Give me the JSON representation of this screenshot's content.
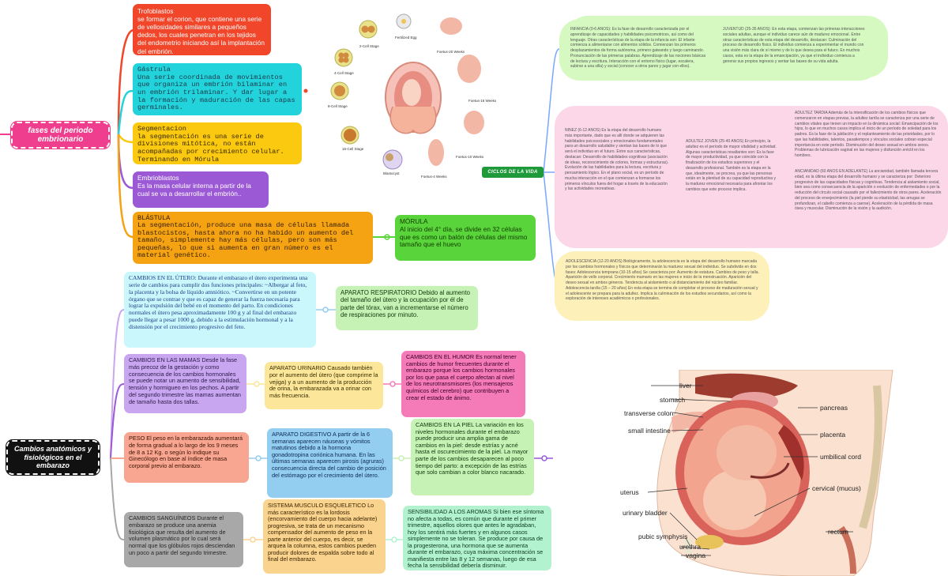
{
  "central_top": {
    "label": "fases del periodo embrionario"
  },
  "central_bottom": {
    "label": "Cambios anatómicos y fisiológicos en el embarazo"
  },
  "ciclos": {
    "label": "CICLOS DE LA VIDA"
  },
  "trofoblastos": {
    "title": "Trofoblastos",
    "text": "se formar el corion, que contiene una serie de vellosidades similares a pequeños dedos, los cuales penetran en los tejidos del endometrio iniciando así la implantación del embrión."
  },
  "gastrula": {
    "title": "Gástrula",
    "text": "Una serie coordinada de movimientos que organiza un embrión bilaminar en un embrión trilaminar. Y dar lugar a la formación y maduración de las capas germinales."
  },
  "segmentacion": {
    "title": "Segmentacion",
    "text": "la segmentación es una serie de divisiones mitótica, no están acompañadas por crecimiento celular. Terminando en Mórula"
  },
  "embrioblastos": {
    "title": "Embrioblastos",
    "text": "Es la masa celular interna a partir de la cual se va a desarrollar el embrión.."
  },
  "blastula": {
    "title": "BLÁSTULA",
    "text": "La segmentación, produce una masa de células llamada blastocistos, hasta ahora no ha habido un aumento del tamaño, simplemente hay más células, pero son más pequeñas, lo que si aumenta en gran número es el material genético."
  },
  "morula": {
    "title": "MÓRULA",
    "text": "Al inicio del 4° día, se divide en 32 células que es como un balón de células del mismo tamaño que el huevo"
  },
  "embryo_labels": {
    "two_cell": "2-Cell Stage",
    "four_cell": "4-Cell Stage",
    "eight_cell": "8-Cell Stage",
    "sixteen_cell": "16-Cell Stage",
    "blastocyst": "Blastocyst",
    "fertilized": "Fertilized Egg",
    "f4": "Foetus-4 Weeks",
    "f10": "Foetus-10 Weeks",
    "f16": "Foetus-16 Weeks",
    "f20": "Foetus-20 Weeks"
  },
  "cambios_utero": {
    "text": "CAMBIOS EN EL ÚTERO: Durante el embarazo el útero experimenta una serie de cambios para cumplir dos funciones principales: ~Albergar al feto, la placenta y la bolsa de líquido amniótico. ~Convertirse en un potente órgano que se contrae y que es capaz de generar la fuerza necesaria para lograr la expulsión del bebé en el momento del parto. En condiciones normales el útero pesa aproximadamente 100 g y al final del embarazo puede llegar a pesar 1000 g, debido a la estimulación hormonal y a la distensión por el crecimiento progresivo del feto."
  },
  "respiratorio": {
    "text": "APARATO RESPIRATORIO Debido al aumento del tamaño del útero y la ocupación por él de parte del tórax, van a incrementarse el número de respiraciones por minuto."
  },
  "mamas": {
    "text": "CAMBIOS EN LAS MAMAS Desde la fase más precoz de la gestación y como consecuencia de los cambios hormonales se puede notar un aumento de sensibilidad, tensión y hormigueo en los pechos. A partir del segundo trimestre las mamas aumentan de tamaño hasta dos tallas."
  },
  "urinario": {
    "text": "APARATO URINARIO Causado también por el aumento del útero (que comprime la vejiga) y a un aumento de la producción de orina, la embarazada va a orinar con más frecuencia."
  },
  "humor": {
    "text": "CAMBIOS EN EL HUMOR Es normal tener cambios de humor frecuentes durante el embarazo porque los cambios hormonales por los que pasa el cuerpo afectan al nivel de los neurotransmisores (los mensajeros químicos del cerebro) que contribuyen a crear el estado de ánimo."
  },
  "peso": {
    "text": "PESO El peso en la embarazada aumentará de forma gradual a lo largo de los 9 meses de 8 a 12 Kg. o según lo indique su Ginecólogo en base al índice de masa corporal previo al embarazo."
  },
  "digestivo": {
    "text": "APARATO DIGESTIVO A partir de la 6 semanas aparecen náuseas y vómitos matutinos debido a la hormona gonadotropina coriónica humana. En las últimas semanas aparecen pirosis (agruras) consecuencia directa del cambio de posición del estómago por el crecimiento del útero."
  },
  "piel": {
    "text": "CAMBIOS EN LA PIEL La variación en los niveles hormonales durante el embarazo puede producir una amplia gama de cambios en la piel: desde estrías y acné hasta el oscurecimiento de la piel. La mayor parte de los cambios desaparecen al poco tiempo del parto: a excepción de las estrías que solo cambian a color blanco nacarado."
  },
  "sanguineos": {
    "text": "CAMBIOS SANGUÍNEOS Durante el embarazo se produce una anemia fisiológica que resulta del aumento de volumen plasmático por lo cual será normal que los glóbulos rojos desciendan un poco a partir del segundo trimestre."
  },
  "musculo": {
    "text": "SISTEMA MUSCULO ESQUELETICO Lo más característico es la lordosis (encorvamiento del cuerpo hacia adelante) progresiva, se trata de un mecanismo compensador del aumento de peso en la parte anterior del cuerpo, es decir, se arquea la columna, estos cambios pueden producir dolores de espalda sobre todo al final del embarazo."
  },
  "aromas": {
    "text": "SENSIBILIDAD A LOS AROMAS Si bien ese síntoma no afecta a todas, es común que durante el primer trimestre, aquellos olores que antes le agradaban, hoy los sentirá más fuertes y en algunos casos simplemente no se toleran. Se produce por causa de la progesterona, una hormona que se aumenta durante el embarazo, cuya máxima concentración se manifiesta entre las 8 y 12 semanas, luego de esa fecha la sensibilidad debería disminuir."
  },
  "infancia": {
    "text": "INFANCIA (0-6 AÑOS): Es la fase de desarrollo caracterizada por el aprendizaje de capacidades y habilidades psicomotrices, así como del lenguaje. Otras características de la etapa de la infancia son: El infante comienza a alimentarse con alimentos sólidos. Comienzan los primeros desplazamientos de forma autónoma, primero gateando y luego caminando. Pronunciación de las primeras palabras. Aprendizaje de las nociones básicas de lectura y escritura. Interacción con el entorno físico (lugar, escalera, subirse a una silla) y social (conocer a otros pares y jugar con ellos)."
  },
  "juventud": {
    "text": "JUVENTUD (25-35 AÑOS): En esta etapa, comienzan las primeras interacciones sociales adultas, aunque el individuo carece aún de madurez emocional. Entre otras características de esta etapa del desarrollo, destacan: Culminación del proceso de desarrollo físico. El individuo comienza a experimentar el mundo con una visión más clara de sí mismo y de lo que desea para el futuro. En muchos casos, esta es la etapa de la emancipación, ya que el individuo comienza a generar sus propios ingresos y sentar las bases de su vida adulta."
  },
  "ninez": {
    "text": "NIÑEZ (6-12 AÑOS) Es la etapa del desarrollo humano más importante, dado que es allí donde se adquieren las habilidades psicosociales y emocionales fundamentales para un desarrollo saludable y sientan las bases de lo que será el individuo en el futuro. Entre sus características, destacan: Desarrollo de habilidades cognitivas (asociación de ideas, reconocimiento de colores, formas y estructuras). Evolución de las habilidades para la lectura, escritura y pensamiento lógico. En el plano social, es un período de mucha interacción en el que comienzan a formarse los primeros vínculos fuera del hogar a través de la educación y las actividades recreativas."
  },
  "adultez_joven": {
    "text": "ADULTEZ JOVEN (25-40 AÑOS) En principio, la adultez es el período de mayor vitalidad y actividad. Algunas características resaltantes son: Es la fase de mayor productividad, ya que coincide con la finalización de los estudios superiores y el desarrollo profesional. También es la etapa en la que, idealmente, se procrea, ya que las personas están en la plenitud de su capacidad reproductiva y la madurez emocional necesaria para afrontar los cambios que este proceso implica."
  },
  "adultez_tardia": {
    "text": "ADULTEZ TARDÍA Además de la intensificación de los cambios físicos que comenzaron en etapas previas, la adultez tardía se caracteriza por una serie de cambios vitales que tienen un impacto en la dinámica social: Emancipación de los hijos, lo que en muchos casos implica el inicio de un período de soledad para los padres. Es la fase de la jubilación y el replanteamiento de las prioridades, por lo que las habilidades, talentos, pasatiempos y vínculos sociales cobran especial importancia en este período. Disminución del deseo sexual en ambos sexos. Problemas de lubricación vaginal en las mujeres y disfunción eréctil en los hombres."
  },
  "ancianidad": {
    "text": "ANCIANIDAD (60 AÑOS EN ADELANTE) La ancianidad, también llamada tercera edad, es la última etapa del desarrollo humano y se caracteriza por: Deterioro progresivo de las capacidades físicas y cognitivas. Tendencia al aislamiento social, bien sea como consecuencia de la aparición o evolución de enfermedades o por la reducción del círculo social causado por el fallecimiento de otros pares. Aceleración del proceso de envejecimiento (la piel pierde su elasticidad, las arrugas se profundizan, el cabello comienza a caerse). Aceleración de la pérdida de masa ósea y muscular. Disminución de la visión y la audición."
  },
  "adolescencia": {
    "text": "ADOLESCENCIA (12-20 AÑOS) Biológicamente, la adolescencia es la etapa del desarrollo humano marcada por los cambios hormonales y físicos que determinarán la madurez sexual del individuo. Se subdivide en dos fases: Adolescencia temprana (10-15 años) Se caracteriza por: Aumento de estatura. Cambios de peso y talla. Aparición de vello corporal. Crecimiento mamario en las mujeres e inicio de la menstruación. Aparición del deseo sexual en ambos géneros. Tendencia al aislamiento o al distanciamiento del núcleo familiar. Adolescencia tardía (15 – 20 años) En esta etapa se termina de completar el proceso de maduración sexual y el adolescente se prepara para la adultez. Implica la culminación de los estudios secundarios, así como la exploración de intereses académicos o profesionales."
  },
  "anatomy_labels": {
    "liver": "liver",
    "stomach": "stomach",
    "transverse_colon": "transverse colon",
    "small_intestine": "small intestine",
    "uterus": "uterus",
    "urinary_bladder": "urinary bladder",
    "pubic_symphysis": "pubic symphysis",
    "urethra": "urethra",
    "vagina": "vagina",
    "pancreas": "pancreas",
    "placenta": "placenta",
    "umbilical_cord": "umbilical cord",
    "cervical": "cervical (mucus)",
    "rectum": "rectum"
  },
  "colors": {
    "branch_red": "#f2462a",
    "branch_cyan": "#23d3db",
    "branch_yellow": "#fbc90f",
    "branch_purple": "#9b59d6",
    "branch_orange": "#f5a313",
    "branch_green": "#59d43a",
    "central_pink": "#ef3e8e",
    "central_black": "#111111"
  }
}
